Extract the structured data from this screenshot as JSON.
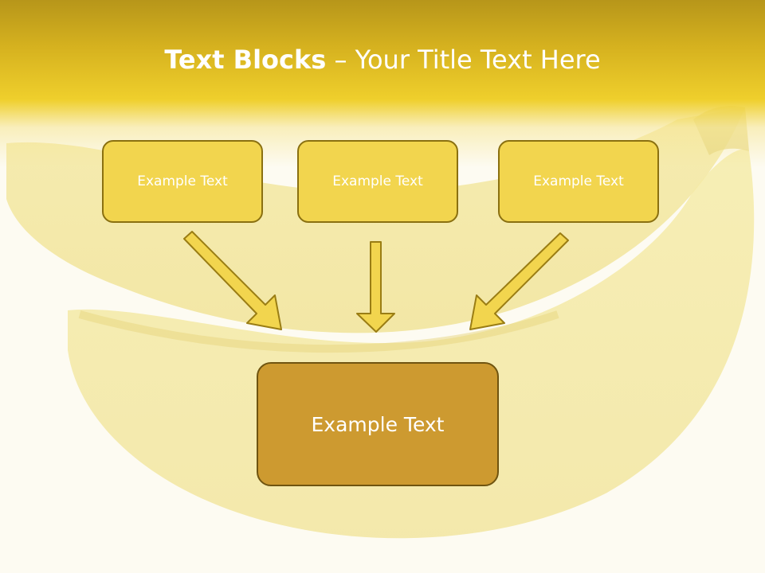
{
  "title": {
    "bold": "Text Blocks",
    "separator": " – ",
    "rest": "Your Title Text Here"
  },
  "blocks": [
    {
      "label": "Example Text"
    },
    {
      "label": "Example Text"
    },
    {
      "label": "Example Text"
    }
  ],
  "main_block": {
    "label": "Example Text"
  },
  "colors": {
    "header_dark": "#b7961a",
    "header_light": "#efcf2c",
    "small_box_fill": "#f2d54e",
    "main_box_fill": "#cd9a30",
    "arrow_fill": "#f2d54e",
    "outline": "#8a7010"
  }
}
